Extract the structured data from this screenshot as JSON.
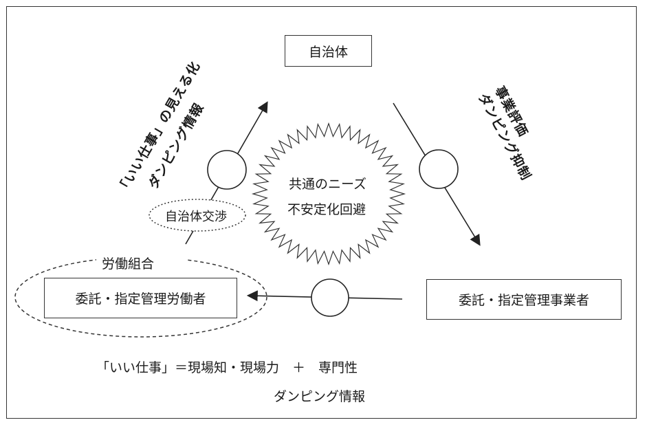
{
  "nodes": {
    "municipality": "自治体",
    "contractor": "委託・指定管理事業者",
    "worker": "委託・指定管理労働者"
  },
  "labels": {
    "left_line1": "「いい仕事」の見える化",
    "left_line2": "ダンピング情報",
    "right_line1": "事業評価",
    "right_line2": "ダンピング抑制",
    "negotiation": "自治体交渉",
    "union": "労働組合",
    "center_line1": "共通のニーズ",
    "center_line2": "不安定化回避",
    "bottom_line1": "「いい仕事」＝現場知・現場力　＋　専門性",
    "bottom_line2": "ダンピング情報"
  }
}
